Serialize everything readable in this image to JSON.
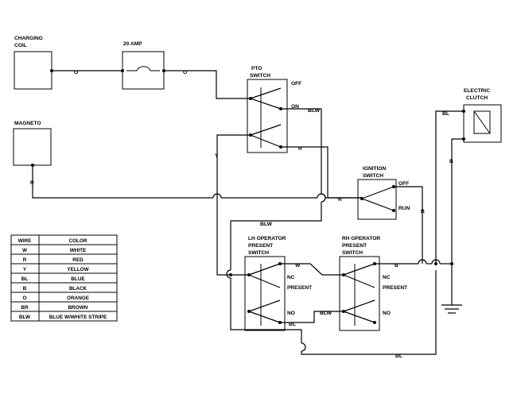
{
  "components": {
    "charging_coil": [
      "CHARGING",
      "COIL"
    ],
    "fuse": "20 AMP",
    "magneto": "MAGNETO",
    "pto_switch": [
      "PTO",
      "SWITCH"
    ],
    "pto_positions": [
      "OFF",
      "ON"
    ],
    "ignition_switch": [
      "IGNITION",
      "SWITCH"
    ],
    "ignition_positions": [
      "OFF",
      "RUN"
    ],
    "electric_clutch": [
      "ELECTRIC",
      "CLUTCH"
    ],
    "lh_switch": [
      "LH OPERATOR",
      "PRESENT",
      "SWITCH"
    ],
    "rh_switch": [
      "RH OPERATOR",
      "PRESENT",
      "SWITCH"
    ],
    "nc": "NC",
    "no": "NO",
    "present": "PRESENT"
  },
  "wire_labels": {
    "o": "O",
    "blw": "BLW",
    "r": "R",
    "y": "Y",
    "bl": "BL",
    "b": "B",
    "w": "W"
  },
  "legend": {
    "headers": [
      "WIRE",
      "COLOR"
    ],
    "rows": [
      [
        "W",
        "WHITE"
      ],
      [
        "R",
        "RED"
      ],
      [
        "Y",
        "YELLOW"
      ],
      [
        "BL",
        "BLUE"
      ],
      [
        "B",
        "BLACK"
      ],
      [
        "O",
        "ORANGE"
      ],
      [
        "BR",
        "BROWN"
      ],
      [
        "BLW",
        "BLUE W/WHITE STRIPE"
      ]
    ]
  }
}
